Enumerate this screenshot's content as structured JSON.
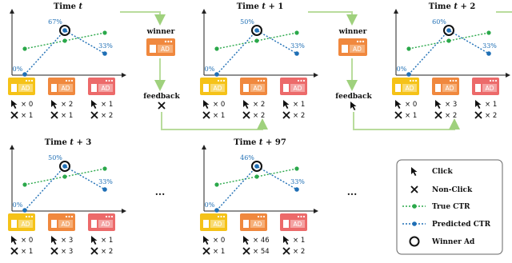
{
  "frames": [
    {
      "title_main": "Time ",
      "title_var": "t",
      "title_suffix": "",
      "pred_ctr": [
        "0%",
        "67%",
        "33%"
      ],
      "winner_index": 1,
      "clicks": [
        "× 0",
        "× 2",
        "× 1"
      ],
      "nonclicks": [
        "× 1",
        "× 1",
        "× 2"
      ]
    },
    {
      "title_main": "Time ",
      "title_var": "t",
      "title_suffix": " + 1",
      "pred_ctr": [
        "0%",
        "50%",
        "33%"
      ],
      "winner_index": 1,
      "clicks": [
        "× 0",
        "× 2",
        "× 1"
      ],
      "nonclicks": [
        "× 1",
        "× 2",
        "× 2"
      ]
    },
    {
      "title_main": "Time ",
      "title_var": "t",
      "title_suffix": " + 2",
      "pred_ctr": [
        "0%",
        "60%",
        "33%"
      ],
      "winner_index": 1,
      "clicks": [
        "× 0",
        "× 3",
        "× 1"
      ],
      "nonclicks": [
        "× 1",
        "× 2",
        "× 2"
      ]
    },
    {
      "title_main": "Time ",
      "title_var": "t",
      "title_suffix": " + 3",
      "pred_ctr": [
        "0%",
        "50%",
        "33%"
      ],
      "winner_index": 1,
      "clicks": [
        "× 0",
        "× 3",
        "× 1"
      ],
      "nonclicks": [
        "× 1",
        "× 3",
        "× 2"
      ]
    },
    {
      "title_main": "Time ",
      "title_var": "t",
      "title_suffix": " + 97",
      "pred_ctr": [
        "0%",
        "46%",
        "33%"
      ],
      "winner_index": 1,
      "clicks": [
        "× 0",
        "× 46",
        "× 1"
      ],
      "nonclicks": [
        "× 1",
        "× 54",
        "× 2"
      ]
    }
  ],
  "ad_label": "AD",
  "winner_label": "winner",
  "feedback_label": "feedback",
  "ellipsis": "...",
  "legend": {
    "click": "Click",
    "nonclick": "Non-Click",
    "true_ctr": "True CTR",
    "pred_ctr": "Predicted CTR",
    "winner": "Winner Ad"
  },
  "colors": {
    "ad_yellow": "#f5c218",
    "ad_orange": "#f0883e",
    "ad_red": "#ec6a6a",
    "true_ctr": "#2aa84a",
    "pred_ctr": "#1f6fb5",
    "flow": "#b9dc9c"
  }
}
